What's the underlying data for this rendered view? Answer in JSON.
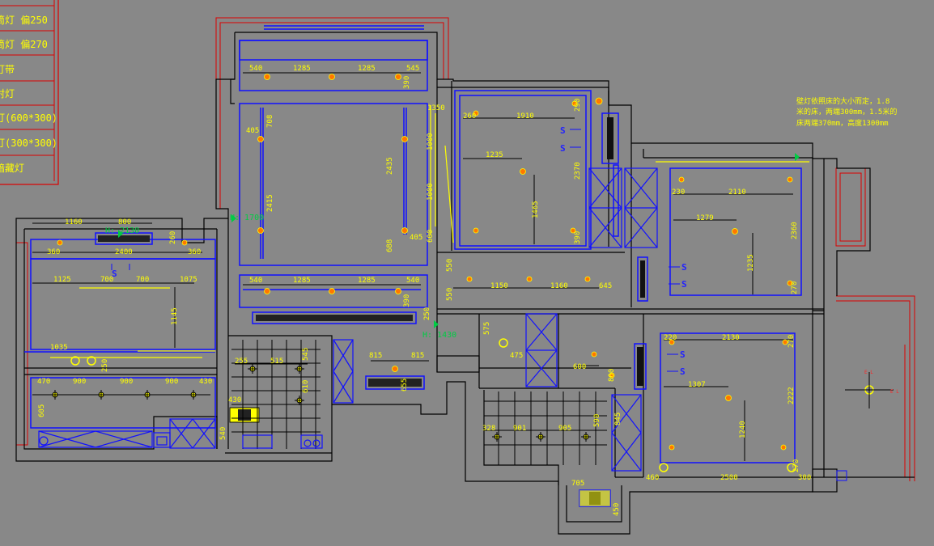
{
  "legend": {
    "items": [
      "筒灯 偏250",
      "筒灯 偏270",
      "灯带",
      "射灯",
      "灯(600*300)",
      "灯(300*300)",
      "暗藏灯"
    ]
  },
  "note": {
    "lines": [
      "壁灯依照床的大小而定，1.8",
      "米的床，两端300mm，1.5米的",
      "床两端370mm，高度1300mm"
    ]
  },
  "height_marks": [
    "H: 1700",
    "H: 2130",
    "H: 1430"
  ],
  "switch_symbol": "S",
  "socket_label": "E L",
  "dimensions": {
    "top_room": [
      "540",
      "1285",
      "1285",
      "545",
      "390"
    ],
    "living": [
      "405",
      "708",
      "2415",
      "2435",
      "688",
      "405",
      "1000",
      "1000",
      "1350",
      "600"
    ],
    "lower_living": [
      "540",
      "1285",
      "1285",
      "540",
      "390"
    ],
    "left_room": [
      "1160",
      "800",
      "260",
      "360",
      "2400",
      "360",
      "1125",
      "700",
      "700",
      "1075",
      "1145",
      "1035",
      "250",
      "470",
      "900",
      "900",
      "900",
      "430",
      "605"
    ],
    "bed1": [
      "260",
      "1910",
      "1235",
      "1465",
      "2370",
      "290",
      "390"
    ],
    "bed2": [
      "230",
      "2110",
      "1279",
      "1235",
      "2360",
      "270"
    ],
    "corridor": [
      "550",
      "550",
      "1150",
      "1160",
      "645",
      "575",
      "475",
      "250"
    ],
    "bed3": [
      "220",
      "2130",
      "1307",
      "2222",
      "1240",
      "270",
      "300",
      "600",
      "800",
      "460",
      "2500",
      "270"
    ],
    "kitchen": [
      "255",
      "515",
      "545",
      "610",
      "430",
      "540"
    ],
    "center": [
      "815",
      "815",
      "655"
    ],
    "bath": [
      "328",
      "901",
      "905",
      "590",
      "845",
      "705",
      "450"
    ]
  },
  "colors": {
    "background": "#888888",
    "wall": "#000000",
    "outline_red": "#dd0000",
    "outline_blue": "#1111ff",
    "dimension_text": "#ffff00",
    "light_fixture": "#ff7700",
    "height_marker": "#00cc44"
  }
}
